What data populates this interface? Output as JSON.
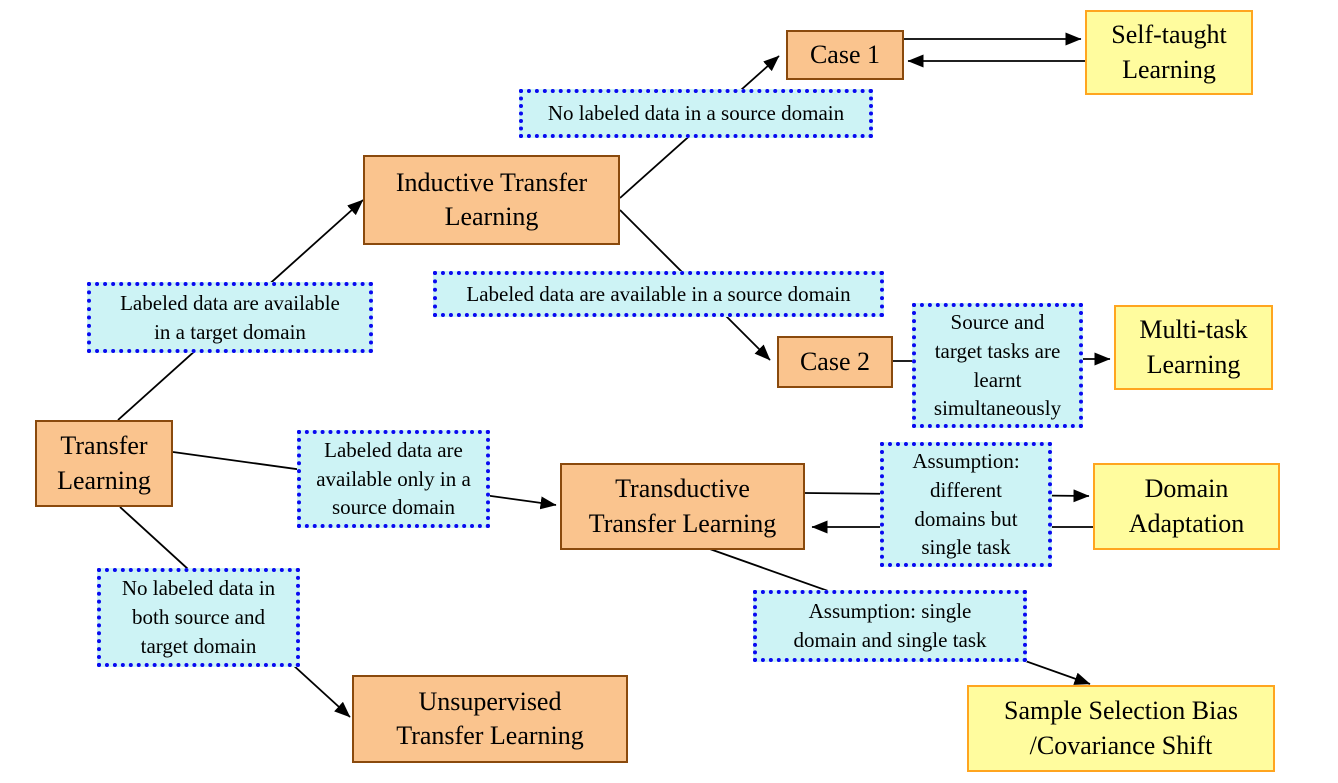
{
  "nodes": {
    "transfer_learning": {
      "lines": [
        "Transfer",
        "Learning"
      ]
    },
    "inductive": {
      "lines": [
        "Inductive Transfer",
        "Learning"
      ]
    },
    "case_1": {
      "lines": [
        "Case 1"
      ]
    },
    "case_2": {
      "lines": [
        "Case 2"
      ]
    },
    "transductive": {
      "lines": [
        "Transductive",
        "Transfer Learning"
      ]
    },
    "unsupervised": {
      "lines": [
        "Unsupervised",
        "Transfer Learning"
      ]
    }
  },
  "outcomes": {
    "self_taught": {
      "lines": [
        "Self-taught",
        "Learning"
      ]
    },
    "multi_task": {
      "lines": [
        "Multi-task",
        "Learning"
      ]
    },
    "domain_adaptation": {
      "lines": [
        "Domain",
        "Adaptation"
      ]
    },
    "sample_selection": {
      "lines": [
        "Sample Selection Bias",
        "/Covariance Shift"
      ]
    }
  },
  "conditions": {
    "no_labeled_source": {
      "lines": [
        "No labeled data in a source domain"
      ]
    },
    "labeled_target": {
      "lines": [
        "Labeled data are available",
        "in a target domain"
      ]
    },
    "labeled_source": {
      "lines": [
        "Labeled data are available in a source domain"
      ]
    },
    "source_target_simultaneous": {
      "lines": [
        "Source and",
        "target tasks are",
        "learnt",
        "simultaneously"
      ]
    },
    "labeled_only_source": {
      "lines": [
        "Labeled data are",
        "available only in a",
        "source domain"
      ]
    },
    "different_domains": {
      "lines": [
        "Assumption:",
        "different",
        "domains but",
        "single task"
      ]
    },
    "no_labeled_both": {
      "lines": [
        "No labeled data in",
        "both source and",
        "target domain"
      ]
    },
    "single_domain_task": {
      "lines": [
        "Assumption: single",
        "domain and single task"
      ]
    }
  },
  "colors": {
    "node_fill": "#fac48e",
    "node_border": "#8a4a0d",
    "condition_fill": "#cdf3f5",
    "condition_border": "#0909f0",
    "outcome_fill": "#fffc9e",
    "outcome_border": "#ffa51f",
    "connector": "#000000",
    "text": "#000000"
  }
}
